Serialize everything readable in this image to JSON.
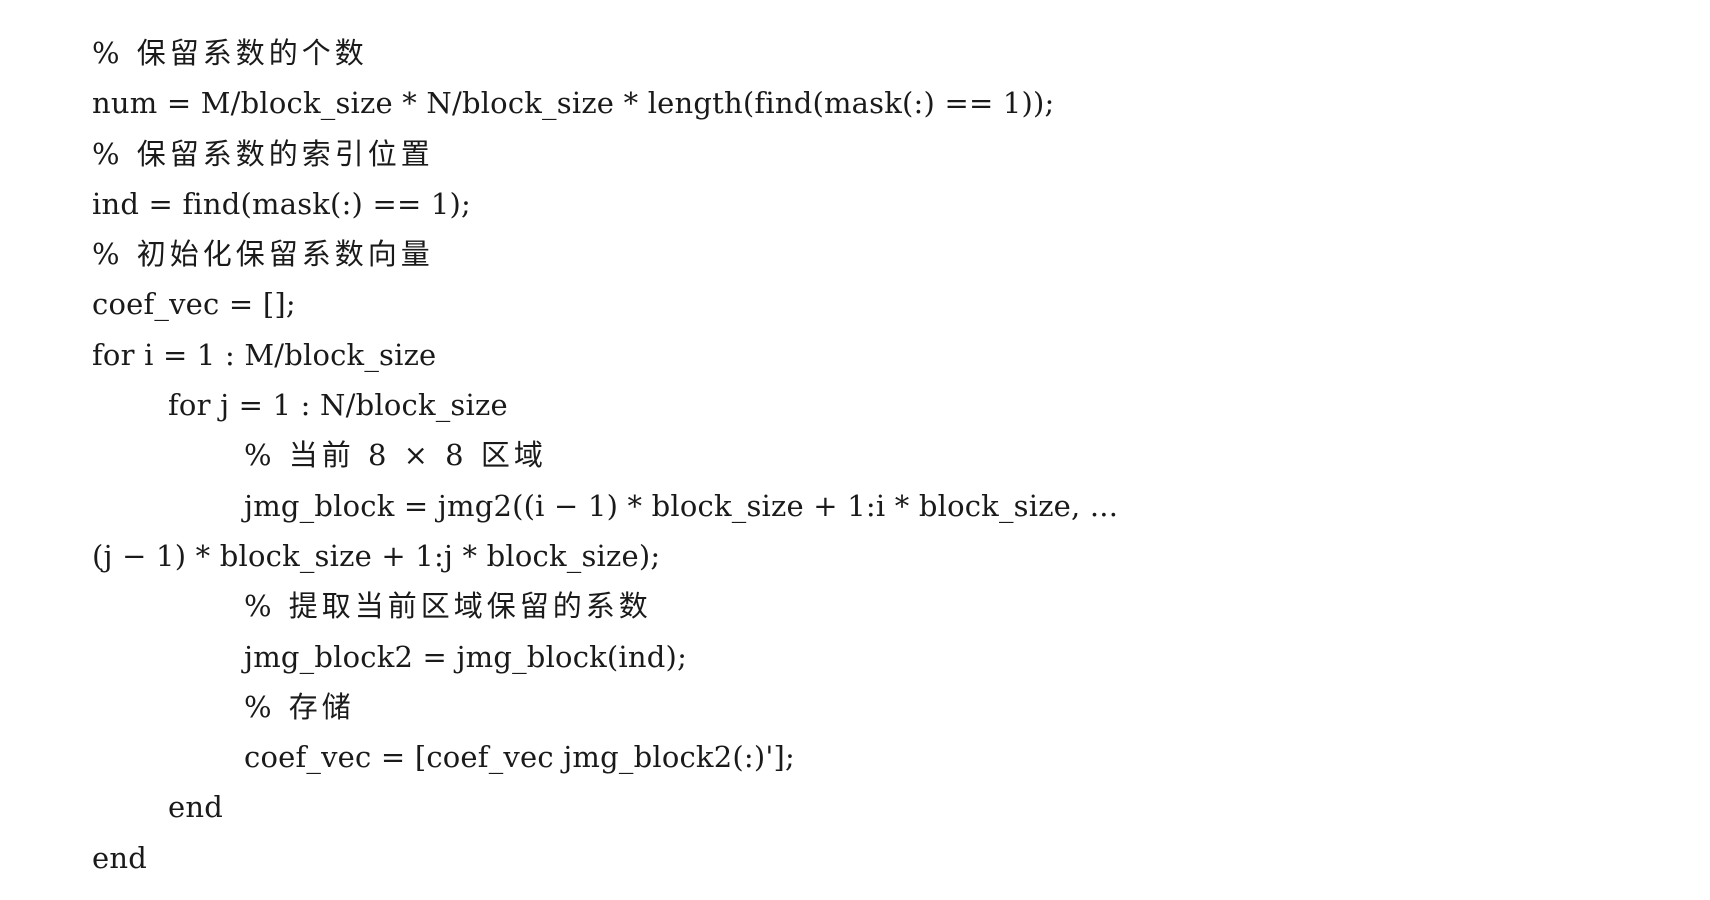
{
  "document": {
    "lines": [
      {
        "text": "% 保留系数的个数",
        "indent": 0,
        "kind": "comment"
      },
      {
        "text": "num = M/block_size * N/block_size * length(find(mask(:) == 1));",
        "indent": 0,
        "kind": "code"
      },
      {
        "text": "% 保留系数的索引位置",
        "indent": 0,
        "kind": "comment"
      },
      {
        "text": "ind = find(mask(:) == 1);",
        "indent": 0,
        "kind": "code"
      },
      {
        "text": "% 初始化保留系数向量",
        "indent": 0,
        "kind": "comment"
      },
      {
        "text": "coef_vec = [];",
        "indent": 0,
        "kind": "code"
      },
      {
        "text": "for i = 1 : M/block_size",
        "indent": 0,
        "kind": "code"
      },
      {
        "text": "for j = 1 : N/block_size",
        "indent": 1,
        "kind": "code"
      },
      {
        "text": "% 当前 8 × 8 区域",
        "indent": 2,
        "kind": "comment"
      },
      {
        "text": "jmg_block = jmg2((i − 1) * block_size + 1:i * block_size, ...",
        "indent": 2,
        "kind": "code"
      },
      {
        "text": "(j − 1) * block_size + 1:j * block_size);",
        "indent": 0,
        "kind": "code"
      },
      {
        "text": "% 提取当前区域保留的系数",
        "indent": 2,
        "kind": "comment"
      },
      {
        "text": "jmg_block2 = jmg_block(ind);",
        "indent": 2,
        "kind": "code"
      },
      {
        "text": "% 存储",
        "indent": 2,
        "kind": "comment"
      },
      {
        "text": "coef_vec = [coef_vec jmg_block2(:)'];",
        "indent": 2,
        "kind": "code"
      },
      {
        "text": "end",
        "indent": 1,
        "kind": "code"
      },
      {
        "text": "end",
        "indent": 0,
        "kind": "code"
      }
    ]
  }
}
